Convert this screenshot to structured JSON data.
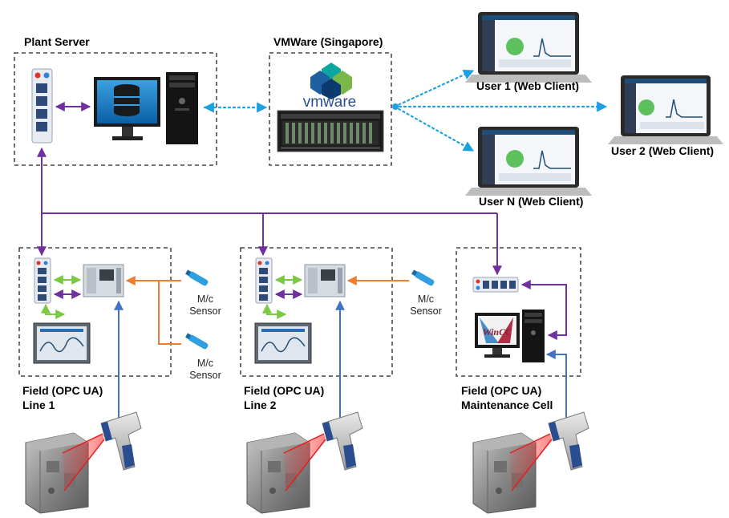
{
  "labels": {
    "plant_server": "Plant Server",
    "vmware": "VMWare (Singapore)",
    "vmware_logo": "vmware",
    "user1": "User 1 (Web Client)",
    "user2": "User 2 (Web Client)",
    "userN": "User N (Web Client)",
    "field1_l1": "Field (OPC UA)",
    "field1_l2": "Line 1",
    "field2_l1": "Field (OPC UA)",
    "field2_l2": "Line 2",
    "field3_l1": "Field (OPC UA)",
    "field3_l2": "Maintenance Cell",
    "sensor_a_l1": "M/c",
    "sensor_a_l2": "Sensor",
    "sensor_b_l1": "M/c",
    "sensor_b_l2": "Sensor",
    "sensor_c_l1": "M/c",
    "sensor_c_l2": "Sensor",
    "wincc_logo": "WinCC"
  },
  "colors": {
    "purple_link": "#7030a0",
    "dotted_link": "#1ba1e2",
    "green_link": "#7ac943",
    "orange_link": "#ed7d31",
    "blue_link": "#4472c4",
    "laser": "#e02020",
    "vmware_blue": "#2a4f8f"
  }
}
